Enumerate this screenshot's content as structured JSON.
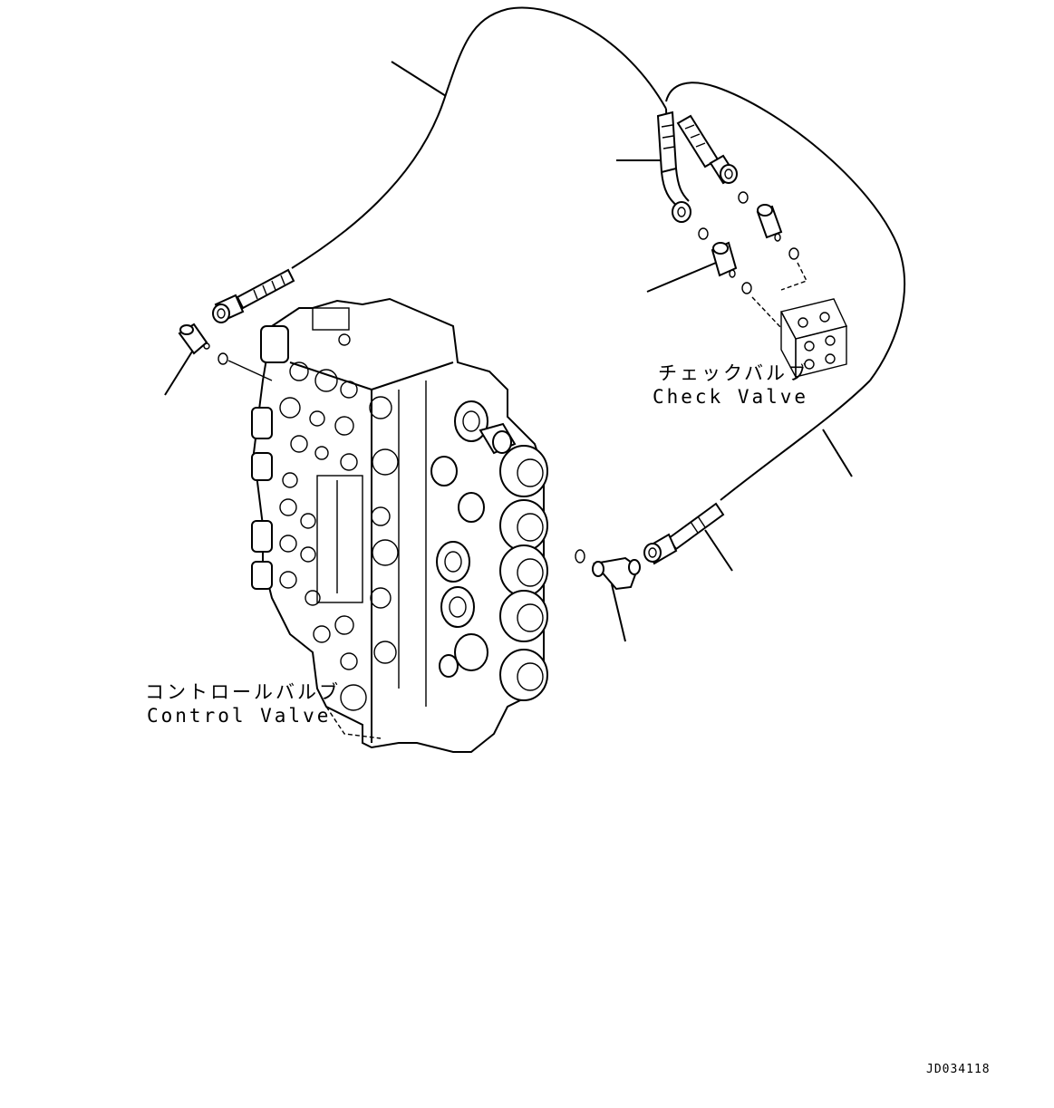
{
  "labels": {
    "check_valve_jp": "チェックバルブ",
    "check_valve_en": "Check Valve",
    "control_valve_jp": "コントロールバルブ",
    "control_valve_en": "Control Valve"
  },
  "drawing_code": "JD034118"
}
